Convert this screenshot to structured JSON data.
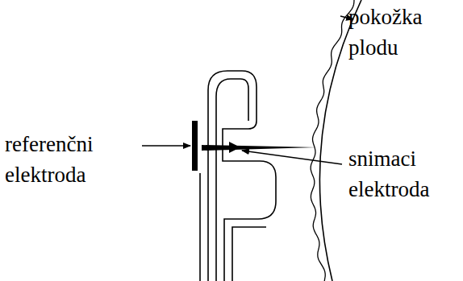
{
  "diagram": {
    "labels": [
      "pokožka plodu",
      "referenčni elektroda",
      "snimaci elektroda"
    ]
  }
}
